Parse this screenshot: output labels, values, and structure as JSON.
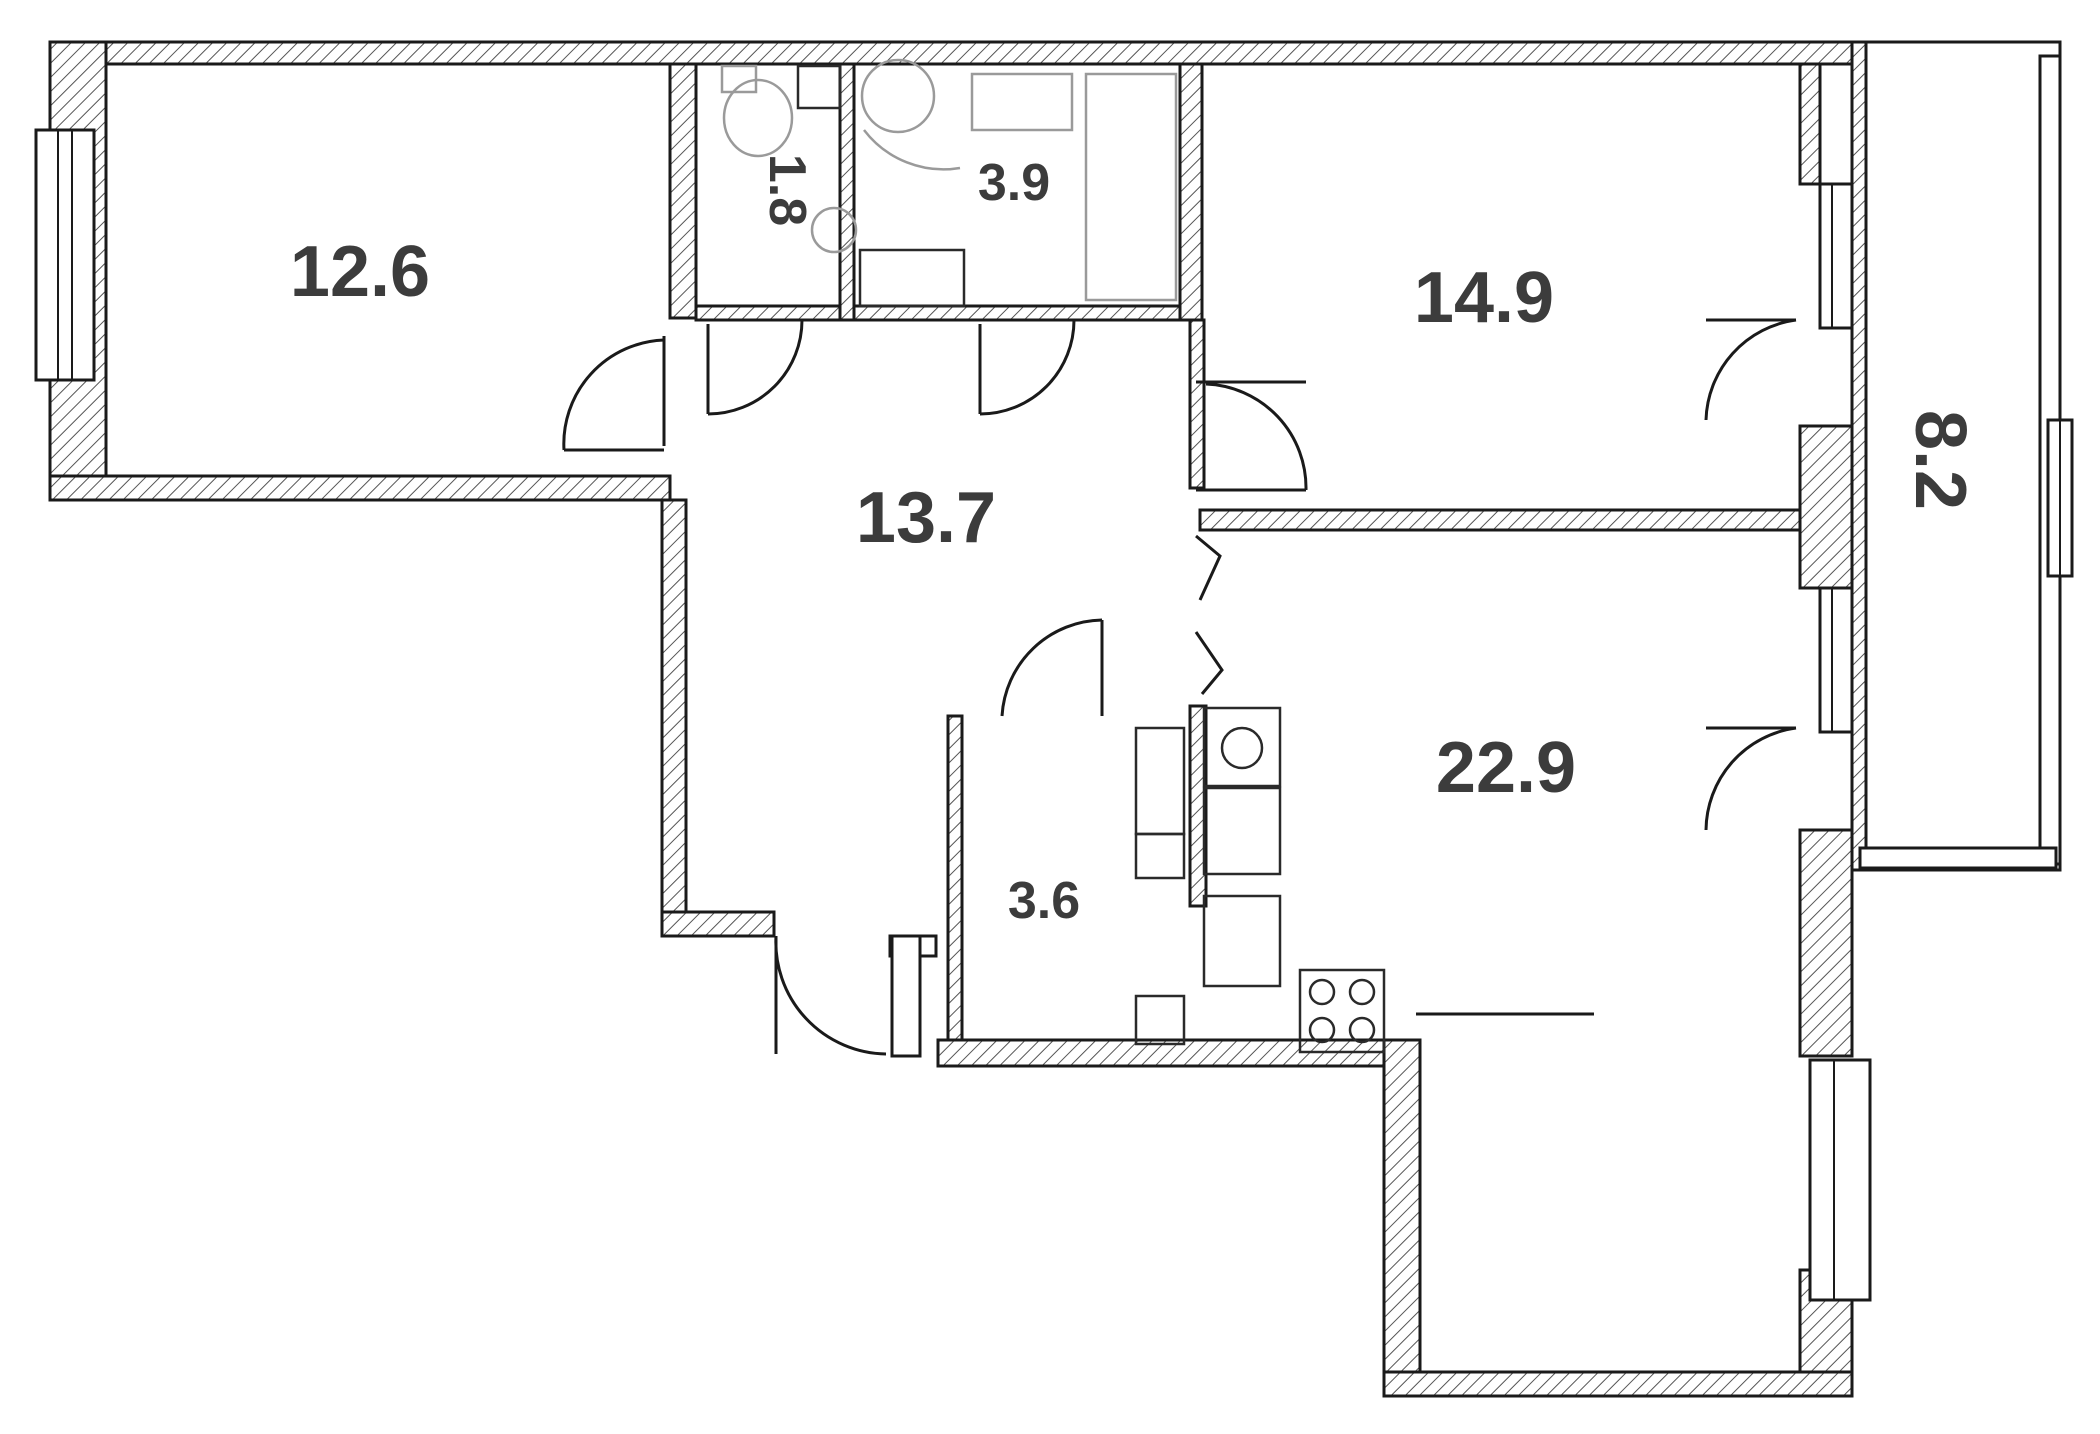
{
  "rooms": [
    {
      "id": "bedroom-left",
      "area": "12.6"
    },
    {
      "id": "toilet",
      "area": "1.8"
    },
    {
      "id": "bathroom",
      "area": "3.9"
    },
    {
      "id": "bedroom-right",
      "area": "14.9"
    },
    {
      "id": "hall",
      "area": "13.7"
    },
    {
      "id": "loggia",
      "area": "8.2"
    },
    {
      "id": "kitchen-living",
      "area": "22.9"
    },
    {
      "id": "storage",
      "area": "3.6"
    }
  ],
  "colors": {
    "wall_line": "#1a1a1a",
    "hatch": "#555555",
    "label": "#3c3c3c",
    "fixture": "#9a9a9a"
  }
}
